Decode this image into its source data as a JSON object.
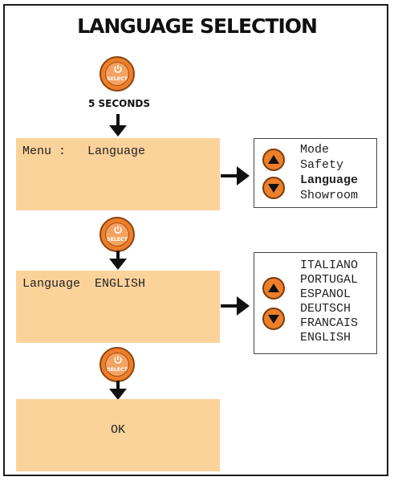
{
  "title": "LANGUAGE SELECTION",
  "duration_label": "5 SECONDS",
  "select_button_label": "SELECT",
  "screens": {
    "menu": "Menu :   Language",
    "language": "Language  ENGLISH",
    "ok": "OK"
  },
  "menu_options": [
    "Mode",
    "Safety",
    "Language",
    "Showroom"
  ],
  "menu_selected": "Language",
  "language_options": [
    "ITALIANO",
    "PORTUGAL",
    "ESPANOL",
    "DEUTSCH",
    "FRANCAIS",
    "ENGLISH"
  ],
  "icons": {
    "select_button": "power-select-icon",
    "up": "up-arrow-icon",
    "down": "down-arrow-icon"
  },
  "colors": {
    "lcd": "#fcd29b",
    "button": "#ee7f2a"
  }
}
